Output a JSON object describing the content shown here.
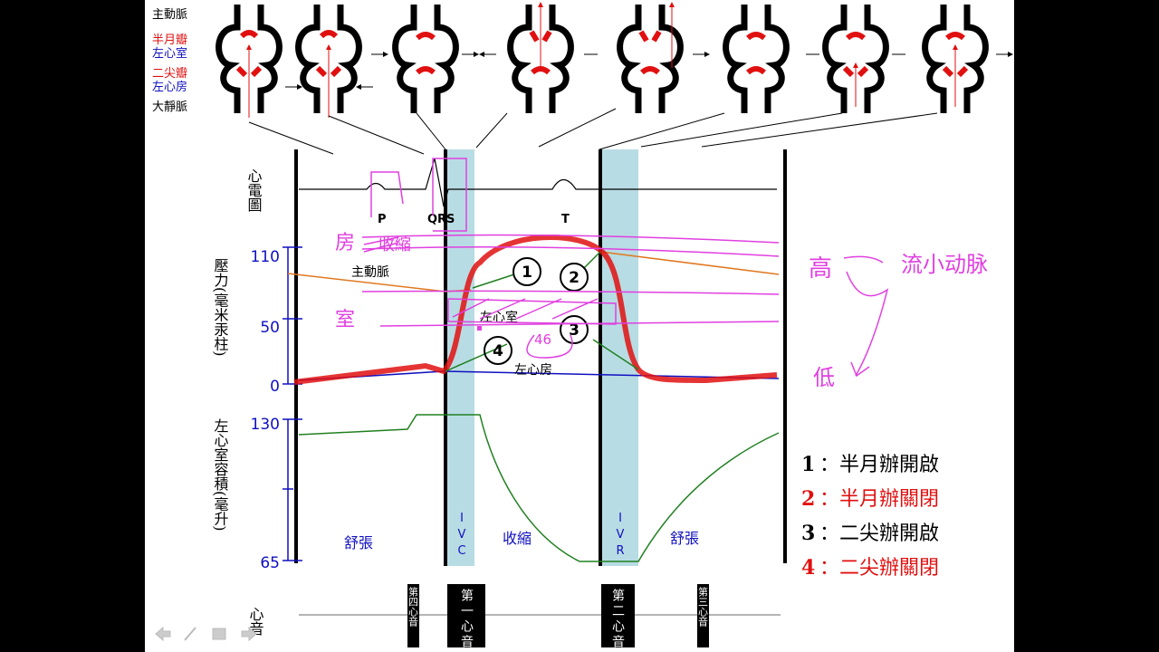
{
  "valve_legend": {
    "aorta": "主動脈",
    "semilunar": "半月瓣",
    "left_ventricle": "左心室",
    "mitral": "二尖瓣",
    "left_atrium": "左心房",
    "vena_cava": "大靜脈"
  },
  "ecg": {
    "label": "心電圖",
    "p": "P",
    "qrs": "QRS",
    "t": "T"
  },
  "pressure": {
    "label": "壓力(毫米汞柱)",
    "ticks": [
      "110",
      "50",
      "0"
    ],
    "aorta": "主動脈",
    "ventricle": "左心室",
    "atrium": "左心房"
  },
  "volume": {
    "label": "左心室容積(毫升)",
    "ticks": [
      "130",
      "65"
    ]
  },
  "phases": {
    "diastole1": "舒張",
    "ivc": [
      "I",
      "V",
      "C"
    ],
    "systole": "收縮",
    "ivr": [
      "I",
      "V",
      "R"
    ],
    "diastole2": "舒張"
  },
  "markers": [
    "1",
    "2",
    "3",
    "4"
  ],
  "legend": [
    {
      "num": "1",
      "text": "：半月辦開啟",
      "color": "#000000"
    },
    {
      "num": "2",
      "text": "：半月辦關閉",
      "color": "#e01010"
    },
    {
      "num": "3",
      "text": "：二尖辦開啟",
      "color": "#000000"
    },
    {
      "num": "4",
      "text": "：二尖辦關閉",
      "color": "#e01010"
    }
  ],
  "heart_sounds": {
    "label": "心音",
    "s4": "第四心音",
    "s1": "第一心音",
    "s2": "第二心音",
    "s3": "第三心音"
  },
  "annotations": {
    "atrium": "房",
    "contraction": "收縮",
    "ventricle": "室",
    "value": "46",
    "high": "高",
    "flow": "流小动脉",
    "low": "低"
  },
  "colors": {
    "red": "#e01010",
    "blue": "#1010c0",
    "band": "#b8dce4",
    "orange": "#e07820",
    "green": "#208020",
    "magenta": "#e040e0"
  }
}
